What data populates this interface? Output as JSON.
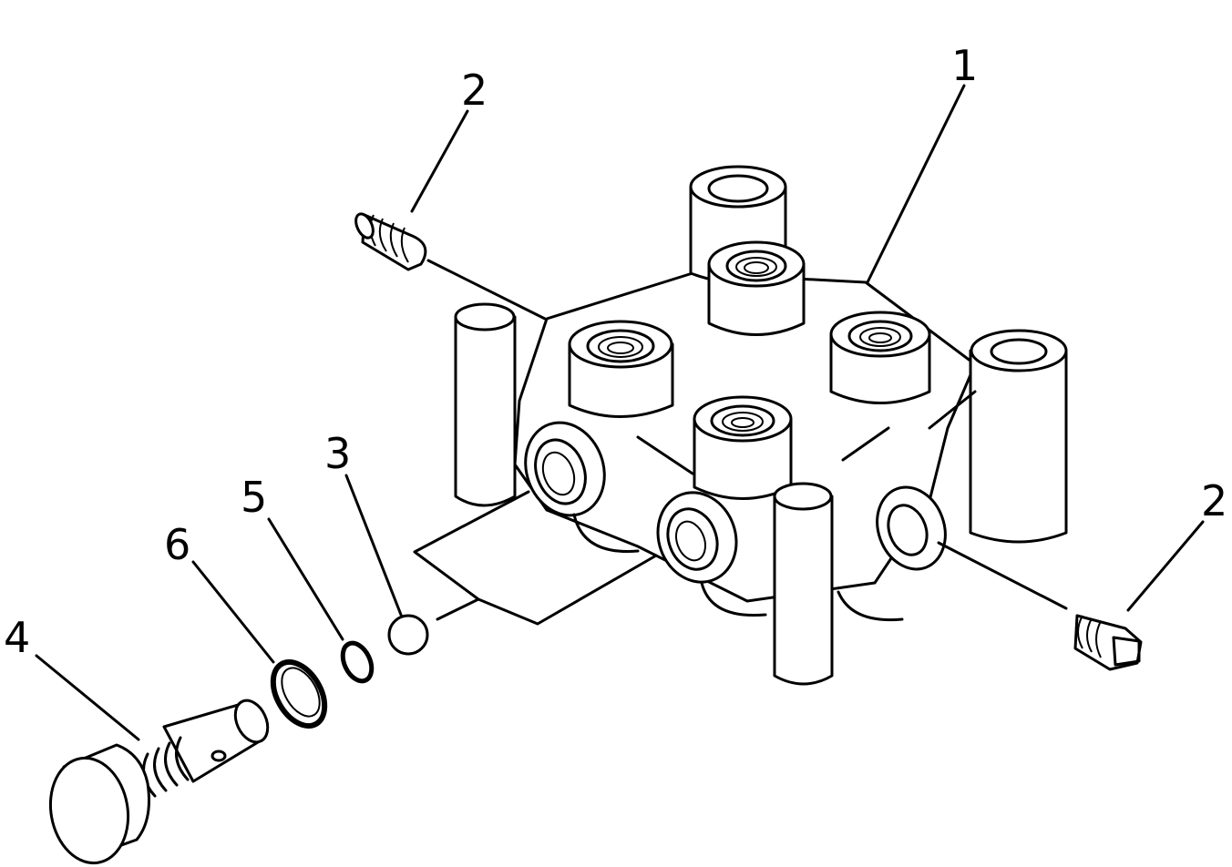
{
  "diagram": {
    "callouts": [
      {
        "id": "c1",
        "label": "1",
        "part": "valve-body"
      },
      {
        "id": "c2a",
        "label": "2",
        "part": "plug-upper"
      },
      {
        "id": "c2b",
        "label": "2",
        "part": "plug-right"
      },
      {
        "id": "c3",
        "label": "3",
        "part": "ball"
      },
      {
        "id": "c4",
        "label": "4",
        "part": "relief-plug"
      },
      {
        "id": "c5",
        "label": "5",
        "part": "o-ring-small"
      },
      {
        "id": "c6",
        "label": "6",
        "part": "o-ring-large"
      }
    ]
  }
}
